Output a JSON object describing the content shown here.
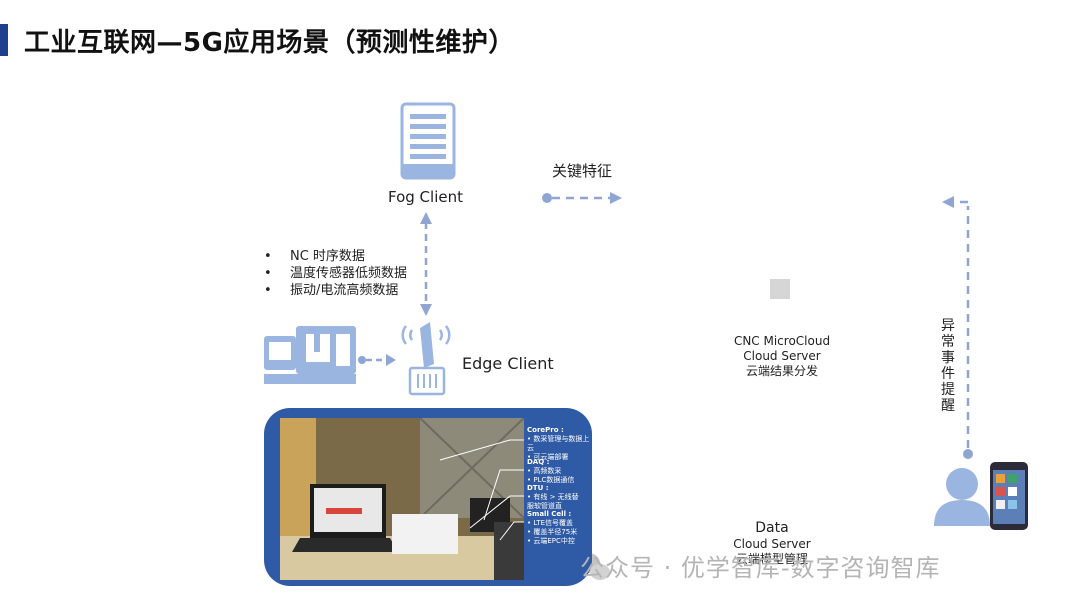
{
  "title": "工业互联网—5G应用场景（预测性维护）",
  "fog_client": {
    "label": "Fog Client"
  },
  "edge_client": {
    "label": "Edge Client"
  },
  "arrow_label": "关键特征",
  "bullets": [
    "NC 时序数据",
    "温度传感器低频数据",
    "振动/电流高频数据"
  ],
  "cnc_cloud": {
    "line1": "CNC MicroCloud",
    "line2": "Cloud Server",
    "line3": "云端结果分发"
  },
  "data_cloud": {
    "line1": "Data",
    "line2": "Cloud Server",
    "line3": "云端模型管理"
  },
  "alert_label": "异常事件提醒",
  "photo_panel": {
    "corepro_title": "CorePro :",
    "corepro_items": [
      "• 数采管理与数据上云",
      "• 可云端部署"
    ],
    "daq_title": "DAQ :",
    "daq_items": [
      "• 高频数采",
      "• PLC数据通信"
    ],
    "dtu_title": "DTU :",
    "dtu_items": [
      "• 有线 > 无线替",
      "  服软管道直"
    ],
    "smallcell_title": "Small Cell :",
    "smallcell_items": [
      "• LTE信号覆盖",
      "• 覆盖半径75米",
      "• 云端EPC中控"
    ]
  },
  "watermark": "公众号 · 优学智库-数字咨询智库",
  "colors": {
    "accent": "#1f3f8f",
    "arrow": "#8fa6d2",
    "icon": "#9ab6e0",
    "panel": "#2f5aa5"
  }
}
